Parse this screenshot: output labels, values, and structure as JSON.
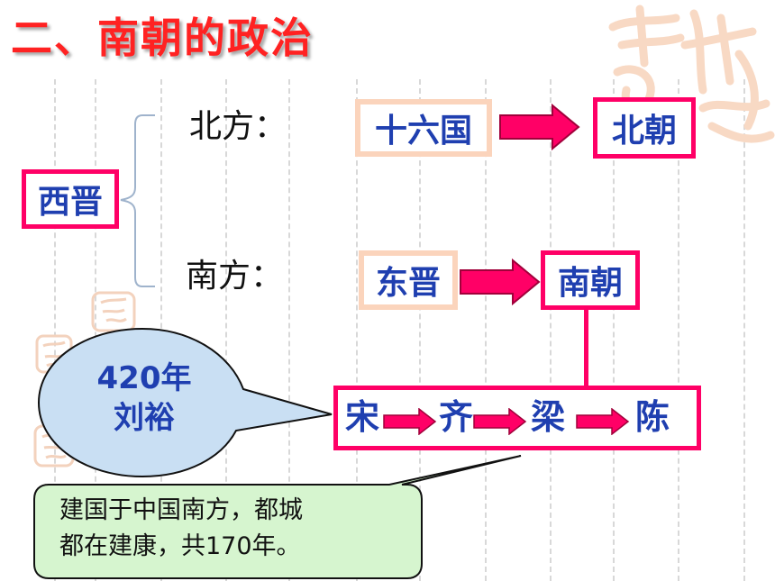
{
  "title": "二、南朝的政治",
  "origin": {
    "label": "西晋"
  },
  "north": {
    "label": "北方：",
    "from": "十六国",
    "to": "北朝"
  },
  "south": {
    "label": "南方：",
    "from": "东晋",
    "to": "南朝"
  },
  "dynasties": [
    "宋",
    "齐",
    "梁",
    "陈"
  ],
  "founding_callout": {
    "year": "420年",
    "founder": "刘裕"
  },
  "note": {
    "line1": "建国于中国南方，都城",
    "line2": "都在建康，共170年。"
  },
  "colors": {
    "title": "#ff2222",
    "accent_border": "#ff0066",
    "box_text": "#1f3fb0",
    "soft_border": "#fbd4bc",
    "callout_fill": "#c9dff3",
    "note_fill": "#d6f5cf"
  }
}
